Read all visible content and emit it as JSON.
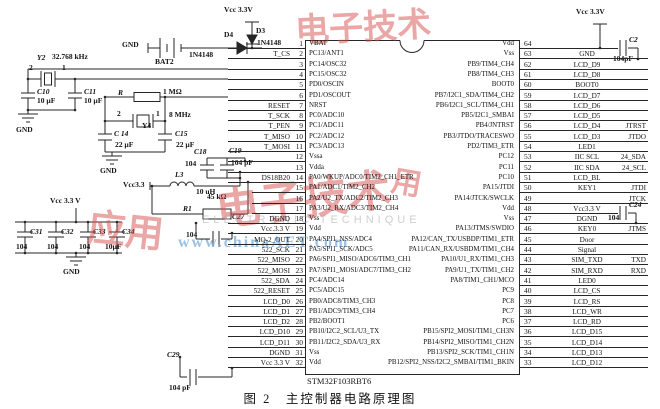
{
  "figure": {
    "caption": "图 2　主控制器电路原理图"
  },
  "chip": {
    "name": "STM32F103RBT6",
    "left_pins": [
      {
        "num": "1",
        "inner": "VBAT",
        "outer": ""
      },
      {
        "num": "2",
        "inner": "PC13/ANT1",
        "outer": "T_CS"
      },
      {
        "num": "3",
        "inner": "PC14/OSC32",
        "outer": ""
      },
      {
        "num": "4",
        "inner": "PC15/OSC32",
        "outer": ""
      },
      {
        "num": "5",
        "inner": "PD0/OSCIN",
        "outer": ""
      },
      {
        "num": "6",
        "inner": "PD1/OSCOUT",
        "outer": ""
      },
      {
        "num": "7",
        "inner": "NRST",
        "outer": "RESET"
      },
      {
        "num": "8",
        "inner": "PC0/ADC10",
        "outer": "T_SCK"
      },
      {
        "num": "9",
        "inner": "PC1/ADC11",
        "outer": "T_PEN"
      },
      {
        "num": "10",
        "inner": "PC2/ADC12",
        "outer": "T_MISO"
      },
      {
        "num": "11",
        "inner": "PC3/ADC13",
        "outer": "T_MOSI"
      },
      {
        "num": "12",
        "inner": "Vssa",
        "outer": ""
      },
      {
        "num": "13",
        "inner": "Vdda",
        "outer": ""
      },
      {
        "num": "14",
        "inner": "PA0/WKUP/ADC0/TIM2_CH1_ETR",
        "outer": "DS18B20"
      },
      {
        "num": "15",
        "inner": "PA1/ADC1/TIM2_CH2",
        "outer": ""
      },
      {
        "num": "16",
        "inner": "PA2/U2_TX/ADC2/TIM2_CH3",
        "outer": ""
      },
      {
        "num": "17",
        "inner": "PA3/U2_RX/ADC3/TIM2_CH4",
        "outer": ""
      },
      {
        "num": "18",
        "inner": "Vss",
        "outer": "DGND"
      },
      {
        "num": "19",
        "inner": "Vdd",
        "outer": "Vcc.3.3 V"
      },
      {
        "num": "20",
        "inner": "PA4/SPI1_NSS/ADC4",
        "outer": "MQ-2_OUT"
      },
      {
        "num": "21",
        "inner": "PA5/SPI1_SCK/ADC5",
        "outer": "522_SCK"
      },
      {
        "num": "22",
        "inner": "PA6/SPI1_MISO/ADC6/TIM3_CH1",
        "outer": "522_MISO"
      },
      {
        "num": "23",
        "inner": "PA7/SPI1_MOSI/ADC7/TIM3_CH2",
        "outer": "522_MOSI"
      },
      {
        "num": "24",
        "inner": "PC4/ADC14",
        "outer": "522_SDA"
      },
      {
        "num": "25",
        "inner": "PC5/ADC15",
        "outer": "522_RESET"
      },
      {
        "num": "26",
        "inner": "PB0/ADC8/TIM3_CH3",
        "outer": "LCD_D0"
      },
      {
        "num": "27",
        "inner": "PB1/ADC9/TIM3_CH4",
        "outer": "LCD_D1"
      },
      {
        "num": "28",
        "inner": "PB2/BOOT1",
        "outer": "LCD_D2"
      },
      {
        "num": "29",
        "inner": "PB10/I2C2_SCL/U3_TX",
        "outer": "LCD_D10"
      },
      {
        "num": "30",
        "inner": "PB11/I2C2_SDA/U3_RX",
        "outer": "LCD_D11"
      },
      {
        "num": "31",
        "inner": "Vss",
        "outer": "DGND"
      },
      {
        "num": "32",
        "inner": "Vdd",
        "outer": "Vcc 3.3 V"
      }
    ],
    "right_pins": [
      {
        "num": "64",
        "inner": "Vdd",
        "net": "",
        "extra": ""
      },
      {
        "num": "63",
        "inner": "Vss",
        "net": "GND",
        "extra": ""
      },
      {
        "num": "62",
        "inner": "PB9/TIM4_CH4",
        "net": "LCD_D9",
        "extra": ""
      },
      {
        "num": "61",
        "inner": "PB8/TIM4_CH3",
        "net": "LCD_D8",
        "extra": ""
      },
      {
        "num": "60",
        "inner": "BOOT0",
        "net": "BOOT0",
        "extra": ""
      },
      {
        "num": "59",
        "inner": "PB7/I2C1_SDA/TIM4_CH2",
        "net": "LCD_D7",
        "extra": ""
      },
      {
        "num": "58",
        "inner": "PB6/I2C1_SCL/TIM4_CH1",
        "net": "LCD_D6",
        "extra": ""
      },
      {
        "num": "57",
        "inner": "PB5/I2C1_SMBAI",
        "net": "LCD_D5",
        "extra": ""
      },
      {
        "num": "56",
        "inner": "PB4/JNTRST",
        "net": "LCD_D4",
        "extra": "JTRST"
      },
      {
        "num": "55",
        "inner": "PB3/JTDO/TRACESWO",
        "net": "LCD_D3",
        "extra": "JTDO"
      },
      {
        "num": "54",
        "inner": "PD2/TIM3_ETR",
        "net": "LED1",
        "extra": ""
      },
      {
        "num": "53",
        "inner": "PC12",
        "net": "IIC SCL",
        "extra": "24_SDA"
      },
      {
        "num": "52",
        "inner": "PC11",
        "net": "IIC SDA",
        "extra": "24_SCL"
      },
      {
        "num": "51",
        "inner": "PC10",
        "net": "LCD_BL",
        "extra": ""
      },
      {
        "num": "50",
        "inner": "PA15/JTDI",
        "net": "KEY1",
        "extra": "JTDI"
      },
      {
        "num": "49",
        "inner": "PA14/JTCK/SWCLK",
        "net": "",
        "extra": "JTCK"
      },
      {
        "num": "48",
        "inner": "Vdd",
        "net": "Vcc3.3 V",
        "extra": ""
      },
      {
        "num": "47",
        "inner": "Vss",
        "net": "DGND",
        "extra": ""
      },
      {
        "num": "46",
        "inner": "PA13/JTMS/SWDIO",
        "net": "KEY0",
        "extra": "JTMS"
      },
      {
        "num": "45",
        "inner": "PA12/CAN_TX/USBDP/TIM1_ETR",
        "net": "Door",
        "extra": ""
      },
      {
        "num": "44",
        "inner": "PA11/CAN_RX/USBDM/TIM1_CH4",
        "net": "Signal",
        "extra": ""
      },
      {
        "num": "43",
        "inner": "PA10/U1_RX/TIM1_CH3",
        "net": "SIM_TXD",
        "extra": "TXD"
      },
      {
        "num": "42",
        "inner": "PA9/U1_TX/TIM1_CH2",
        "net": "SIM_RXD",
        "extra": "RXD"
      },
      {
        "num": "41",
        "inner": "PA8/TIM1_CH1/MCO",
        "net": "LED0",
        "extra": ""
      },
      {
        "num": "40",
        "inner": "PC9",
        "net": "LCD_CS",
        "extra": ""
      },
      {
        "num": "39",
        "inner": "PC8",
        "net": "LCD_RS",
        "extra": ""
      },
      {
        "num": "38",
        "inner": "PC7",
        "net": "LCD_WR",
        "extra": ""
      },
      {
        "num": "37",
        "inner": "PC6",
        "net": "LCD_RD",
        "extra": ""
      },
      {
        "num": "36",
        "inner": "PB15/SPI2_MOSI/TIM1_CH3N",
        "net": "LCD_D15",
        "extra": ""
      },
      {
        "num": "35",
        "inner": "PB14/SPI2_MISO/TIM1_CH2N",
        "net": "LCD_D14",
        "extra": ""
      },
      {
        "num": "34",
        "inner": "PB13/SPI2_SCK/TIM1_CH1N",
        "net": "LCD_D13",
        "extra": ""
      },
      {
        "num": "33",
        "inner": "PB12/SPI2_NSS/I2C2_SMBAI/TIM1_BKIN",
        "net": "LCD_D12",
        "extra": ""
      }
    ]
  },
  "parts": {
    "y2_ref": "Y2",
    "y2_val": "32.768 kHz",
    "y2_p1": "1",
    "y2_p2": "2",
    "c10_ref": "C10",
    "c10_val": "10 µF",
    "c11_ref": "C11",
    "c11_val": "10 µF",
    "gnd_y2": "GND",
    "bat_gnd": "GND",
    "bat_ref": "BAT2",
    "d4_ref": "D4",
    "d4_val": "1N4148",
    "d3_ref": "D3",
    "d3_val": "1N4148",
    "vcc_top": "Vcc 3.3V",
    "r2_ref": "R",
    "r2_val": "1 MΩ",
    "y4_ref": "Y4",
    "y4_val": "8 MHz",
    "y4_p1": "1",
    "y4_p2": "2",
    "c14_ref": "C 14",
    "c14_val": "22 µF",
    "c15_ref": "C15",
    "c15_val": "22 µF",
    "gnd_y4": "GND",
    "c18_ref": "C18",
    "c18_val": "104",
    "c19_ref": "C19",
    "c19_val": "104 pF",
    "l3_ref": "L3",
    "l3_val": "10 uH",
    "vcc_l3": "Vcc3.3",
    "r1_ref": "R1",
    "r1_val": "45 kΩ",
    "c27_ref": "C27",
    "c27_val": "104",
    "c29_ref": "C29",
    "c29_val": "104 pF",
    "vcc_bl": "Vcc 3.3 V",
    "c31_ref": "C31",
    "c31_val": "104",
    "c32_ref": "C32",
    "c32_val": "104",
    "c33_ref": "C33",
    "c33_val": "104",
    "c34_ref": "C34",
    "c34_val": "10µF",
    "gnd_bl": "GND",
    "vcc_tr": "Vcc 3.3V",
    "c2_ref": "C2",
    "c2_val": "104pF",
    "c24_ref": "C24",
    "c24_val": "104"
  },
  "watermarks": {
    "red1": "电子技术",
    "red2": "电子技术",
    "red3": "应用",
    "red4": "用",
    "url": "www.chinaAET.com",
    "gray": "ELECTRONIC TECHNIQUE"
  }
}
